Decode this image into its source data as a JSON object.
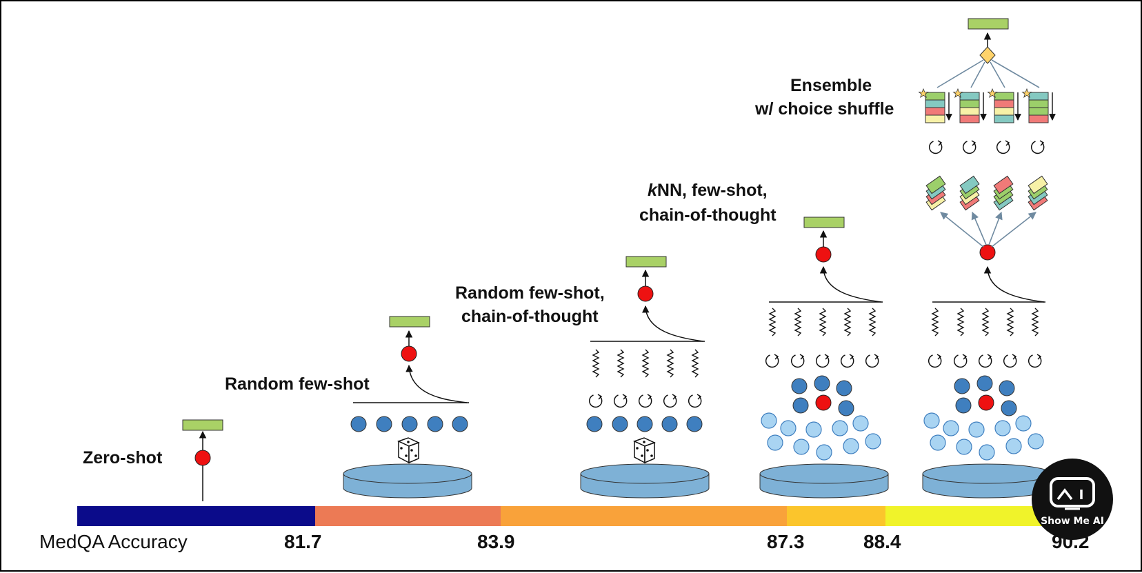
{
  "axis": {
    "title": "MedQA Accuracy",
    "ticks": [
      "81.7",
      "83.9",
      "87.3",
      "88.4",
      "90.2"
    ],
    "segment_colors": [
      "#0b0b8a",
      "#ec7a55",
      "#f9a23a",
      "#fbc52c",
      "#f0f32a"
    ]
  },
  "stages": {
    "zero_shot": "Zero-shot",
    "random_few_shot": "Random few-shot",
    "random_cot_line1": "Random few-shot,",
    "random_cot_line2": "chain-of-thought",
    "knn_italic": "k",
    "knn_rest": "NN, few-shot,",
    "knn_line2": "chain-of-thought",
    "ensemble_line1": "Ensemble",
    "ensemble_line2": "w/ choice shuffle"
  },
  "logo": {
    "text": "Show Me AI"
  },
  "colors": {
    "answer": "#a9d166",
    "red": "#ee1111",
    "dark_blue": "#3f7fbf",
    "light_blue": "#a9d4f2",
    "db": "#7eb1d6",
    "card_green": "#9ccf6a",
    "card_teal": "#84c9c1",
    "card_red": "#f07a78",
    "card_yellow": "#f7f1a7",
    "diamond": "#ffd36a"
  }
}
